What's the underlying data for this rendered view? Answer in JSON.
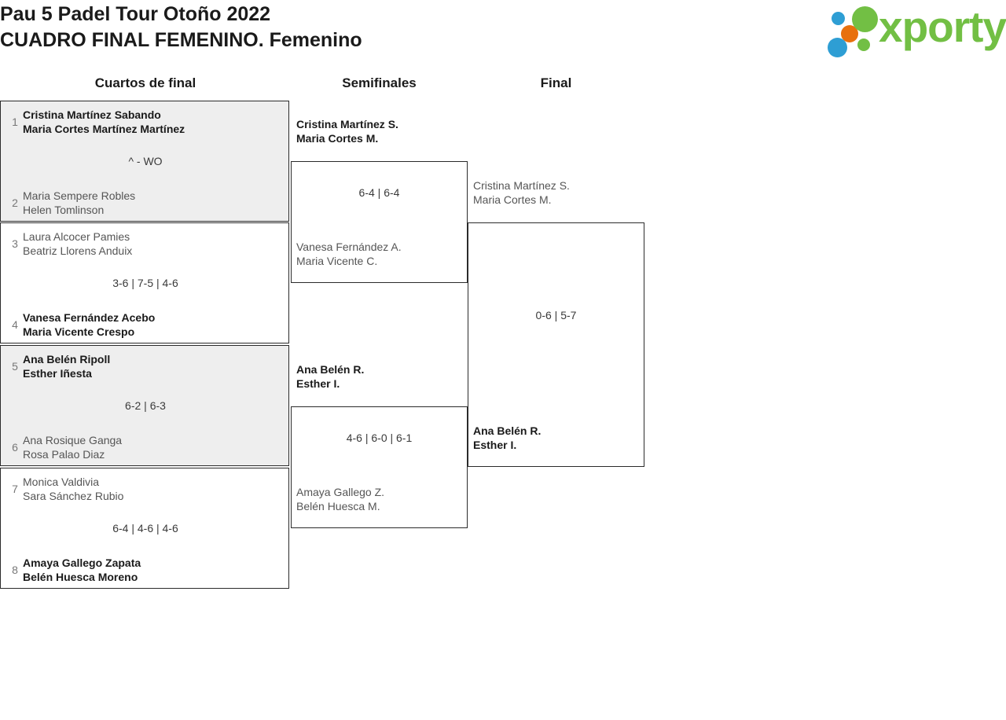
{
  "header": {
    "title_line1": "Pau 5 Padel Tour Otoño 2022",
    "title_line2": "CUADRO FINAL FEMENINO. Femenino",
    "logo_text": "xporty",
    "logo_colors": {
      "green": "#72bf44",
      "blue": "#2e9ed4",
      "orange": "#e8700d"
    }
  },
  "rounds": [
    {
      "label": "Cuartos de final"
    },
    {
      "label": "Semifinales"
    },
    {
      "label": "Final"
    }
  ],
  "bracket": {
    "quarterfinals": [
      {
        "score": "^ - WO",
        "top": {
          "seed": "1",
          "player1": "Cristina Martínez Sabando",
          "player2": "Maria Cortes Martínez Martínez",
          "result": "winner"
        },
        "bottom": {
          "seed": "2",
          "player1": "Maria Sempere Robles",
          "player2": "Helen Tomlinson",
          "result": "loser"
        }
      },
      {
        "score": "3-6 | 7-5 | 4-6",
        "top": {
          "seed": "3",
          "player1": "Laura Alcocer Pamies",
          "player2": "Beatriz Llorens Anduix",
          "result": "loser"
        },
        "bottom": {
          "seed": "4",
          "player1": "Vanesa Fernández Acebo",
          "player2": "Maria Vicente Crespo",
          "result": "winner"
        }
      },
      {
        "score": "6-2 | 6-3",
        "top": {
          "seed": "5",
          "player1": "Ana Belén Ripoll",
          "player2": "Esther Iñesta",
          "result": "winner"
        },
        "bottom": {
          "seed": "6",
          "player1": "Ana Rosique Ganga",
          "player2": "Rosa Palao Diaz",
          "result": "loser"
        }
      },
      {
        "score": "6-4 | 4-6 | 4-6",
        "top": {
          "seed": "7",
          "player1": "Monica Valdivia",
          "player2": "Sara Sánchez Rubio",
          "result": "loser"
        },
        "bottom": {
          "seed": "8",
          "player1": "Amaya Gallego Zapata",
          "player2": "Belén Huesca Moreno",
          "result": "winner"
        }
      }
    ],
    "semifinals": [
      {
        "score": "6-4 | 6-4",
        "top": {
          "player1": "Cristina Martínez S.",
          "player2": "Maria Cortes M.",
          "result": "winner"
        },
        "bottom": {
          "player1": "Vanesa Fernández A.",
          "player2": "Maria Vicente C.",
          "result": "loser"
        }
      },
      {
        "score": "4-6 | 6-0 | 6-1",
        "top": {
          "player1": "Ana Belén R.",
          "player2": "Esther I.",
          "result": "winner"
        },
        "bottom": {
          "player1": "Amaya Gallego Z.",
          "player2": "Belén Huesca M.",
          "result": "loser"
        }
      }
    ],
    "final": {
      "score": "0-6 | 5-7",
      "top": {
        "player1": "Cristina Martínez S.",
        "player2": "Maria Cortes M.",
        "result": "loser"
      },
      "bottom": {
        "player1": "Ana Belén R.",
        "player2": "Esther I.",
        "result": "winner"
      }
    }
  }
}
